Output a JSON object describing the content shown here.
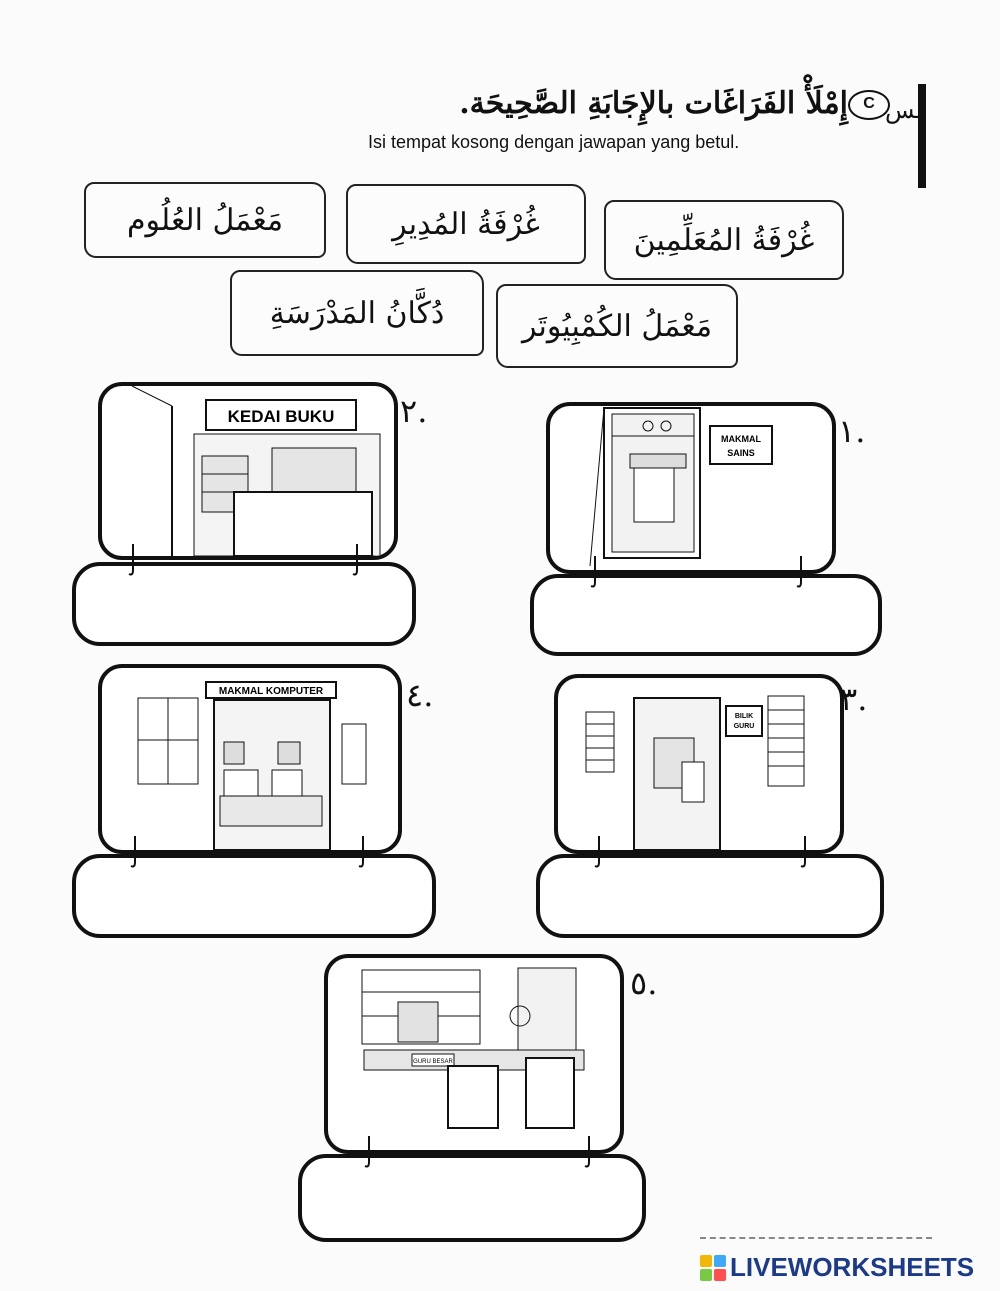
{
  "header": {
    "title_ar": "إِمْلَأْ الفَرَاغَات بالإِجَابَةِ الصَّحِيحَة.",
    "badge": "C",
    "subtitle": "Isi tempat kosong dengan jawapan yang betul."
  },
  "word_bank": [
    "مَعْمَلُ العُلُوم",
    "غُرْفَةُ المُدِيرِ",
    "غُرْفَةُ المُعَلِّمِينَ",
    "دُكَّانُ المَدْرَسَةِ",
    "مَعْمَلُ الكُمْبِيُوتَر"
  ],
  "questions": [
    {
      "number": ".١",
      "sign": "MAKMAL SAINS"
    },
    {
      "number": ".٢",
      "sign": "KEDAI BUKU"
    },
    {
      "number": ".٣",
      "sign": "BILIK GURU"
    },
    {
      "number": ".٤",
      "sign": "MAKMAL KOMPUTER"
    },
    {
      "number": ".٥",
      "sign": "GURU BESAR"
    }
  ],
  "footer": {
    "logo_text": "LIVEWORKSHEETS",
    "logo_colors": [
      "#f2b705",
      "#3fa9f5",
      "#7ac943",
      "#ff4f4f"
    ]
  }
}
